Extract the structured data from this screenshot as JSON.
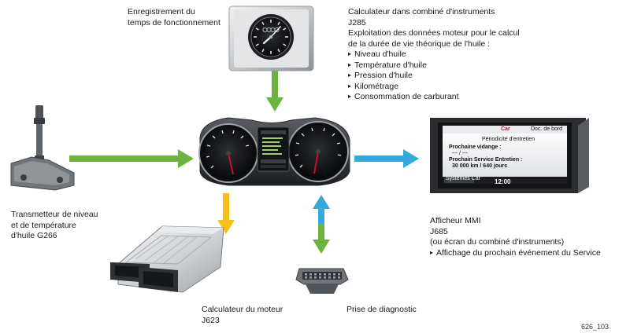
{
  "labels": {
    "clock": [
      "Enregistrement du",
      "temps de fonctionnement"
    ],
    "j285_title": [
      "Calculateur dans combiné d'instruments",
      "J285",
      "Exploitation des données moteur pour le calcul",
      "de la durée de vie théorique de l'huile :"
    ],
    "j285_items": [
      "Niveau d'huile",
      "Température d'huile",
      "Pression d'huile",
      "Kilométrage",
      "Consommation de carburant"
    ],
    "sensor": [
      "Transmetteur de niveau",
      "et de température",
      "d'huile G266"
    ],
    "mmi": [
      "Afficheur MMI",
      "J685",
      "(ou écran du combiné d'instruments)"
    ],
    "mmi_item": "Affichage du prochain événement du Service",
    "engine": [
      "Calculateur du moteur",
      "J623"
    ],
    "diag": "Prise de diagnostic",
    "figure": "626_103"
  },
  "mmi_screen": {
    "tab_car": "Car",
    "tab_doc": "Doc. de bord",
    "heading": "Périodicité d'entretien",
    "line1": "Prochaine vidange :",
    "line2": "--- / ---",
    "line3": "Prochain Service Entretien :",
    "line4": "30 000 km / 640 jours",
    "footer_left": "Systèmes Car",
    "footer_clock": "12:00"
  },
  "colors": {
    "green": "#6cb33f",
    "yellow": "#f6c21a",
    "blue": "#35a9df",
    "red": "#c8102e"
  }
}
